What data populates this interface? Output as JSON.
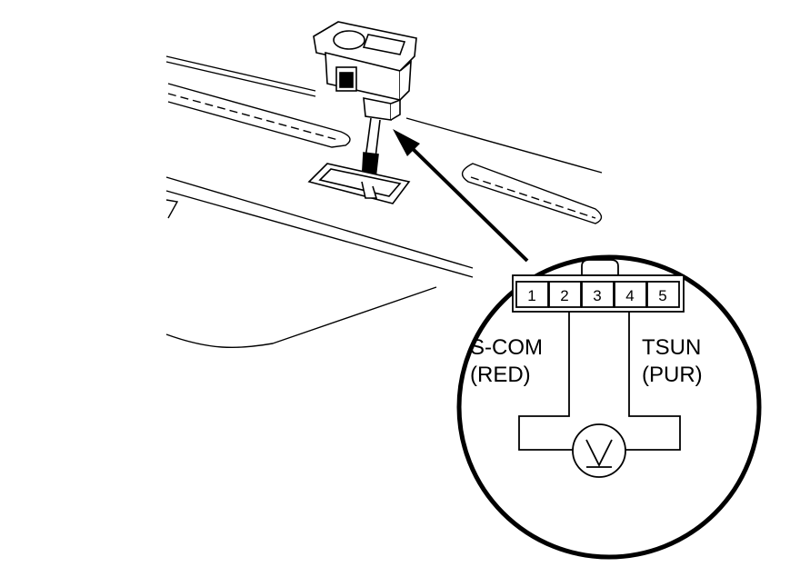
{
  "connector": {
    "pins": [
      "1",
      "2",
      "3",
      "4",
      "5"
    ]
  },
  "labels": {
    "left_terminal": "S-COM",
    "left_wire_color": "(RED)",
    "right_terminal": "TSUN",
    "right_wire_color": "(PUR)"
  },
  "meter": {
    "symbol": "voltmeter-icon"
  },
  "colors": {
    "ink": "#000000",
    "background": "#ffffff"
  }
}
